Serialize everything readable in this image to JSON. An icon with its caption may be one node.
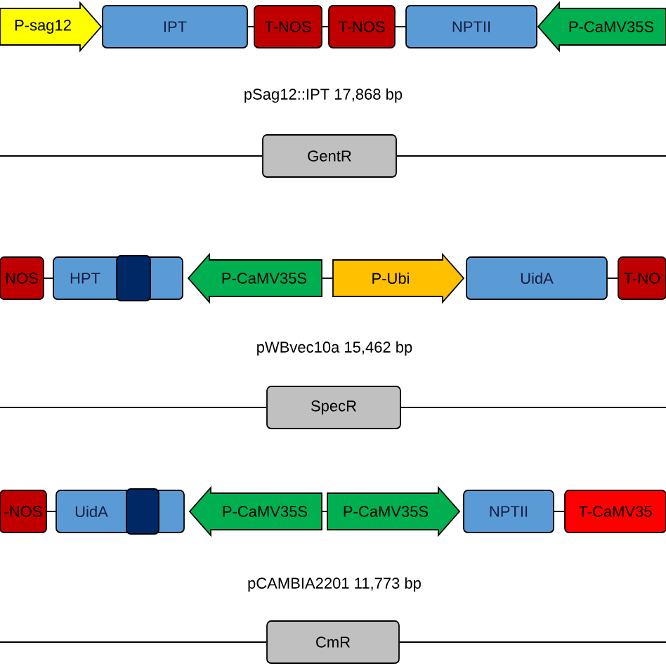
{
  "diagram": {
    "nodes": [
      {
        "text": [
          "P-sag12"
        ]
      },
      {
        "text": [
          "IPT"
        ]
      },
      {
        "text": [
          "T-NOS"
        ]
      },
      {
        "text": [
          "T-NOS"
        ]
      },
      {
        "text": [
          "NPTII"
        ]
      },
      {
        "text": [
          "P-CaMV35S"
        ]
      },
      {
        "text": [
          "GentR"
        ]
      },
      {
        "text": [
          "NOS"
        ]
      },
      {
        "text": [
          "HPT"
        ]
      },
      {
        "text": [
          "P-CaMV35S"
        ]
      },
      {
        "text": [
          "P-Ubi"
        ]
      },
      {
        "text": [
          "UidA"
        ]
      },
      {
        "text": [
          "T-NO"
        ]
      },
      {
        "text": [
          "SpecR"
        ]
      },
      {
        "text": [
          "-NOS"
        ]
      },
      {
        "text": [
          "UidA"
        ]
      },
      {
        "text": [
          "P-CaMV35S"
        ]
      },
      {
        "text": [
          "P-CaMV35S"
        ]
      },
      {
        "text": [
          "NPTII"
        ]
      },
      {
        "text": [
          "T-CaMV35"
        ]
      },
      {
        "text": [
          "CmR"
        ]
      }
    ],
    "edges": [
      {
        "from": 1,
        "to": 2,
        "arrow": "none"
      },
      {
        "from": 2,
        "to": 3,
        "arrow": "none"
      },
      {
        "from": 3,
        "to": 4,
        "arrow": "none"
      },
      {
        "from": null,
        "to": 6,
        "arrow": "none"
      },
      {
        "from": 6,
        "to": null,
        "arrow": "none"
      },
      {
        "from": 7,
        "to": 8,
        "arrow": "none"
      },
      {
        "from": 9,
        "to": 10,
        "arrow": "none"
      },
      {
        "from": 11,
        "to": 12,
        "arrow": "none"
      },
      {
        "from": null,
        "to": 13,
        "arrow": "none"
      },
      {
        "from": 13,
        "to": null,
        "arrow": "none"
      },
      {
        "from": 14,
        "to": 15,
        "arrow": "none"
      },
      {
        "from": 16,
        "to": 17,
        "arrow": "none"
      },
      {
        "from": 18,
        "to": 19,
        "arrow": "none"
      },
      {
        "from": null,
        "to": 20,
        "arrow": "none"
      },
      {
        "from": 20,
        "to": null,
        "arrow": "none"
      }
    ],
    "labels": [
      "pSag12::IPT  17,868 bp",
      "pWBvec10a  15,462 bp",
      "pCAMBIA2201  11,773 bp"
    ]
  }
}
